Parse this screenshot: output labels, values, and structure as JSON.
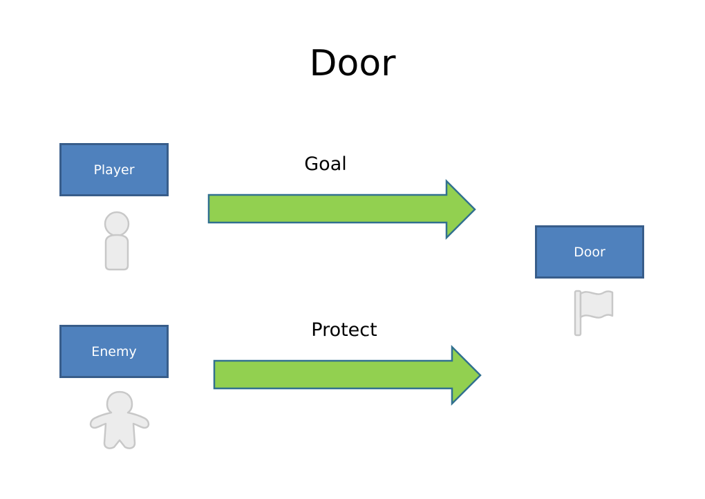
{
  "title": "Door",
  "nodes": {
    "player": {
      "label": "Player"
    },
    "enemy": {
      "label": "Enemy"
    },
    "door": {
      "label": "Door"
    }
  },
  "arrows": {
    "goal": {
      "label": "Goal"
    },
    "protect": {
      "label": "Protect"
    }
  },
  "icons": {
    "player": "pawn-icon",
    "enemy": "person-icon",
    "door": "flag-icon"
  },
  "colors": {
    "box_fill": "#4f81bd",
    "box_border": "#385d8a",
    "arrow_fill": "#92d050",
    "arrow_border": "#31708f",
    "icon_fill": "#ececec",
    "icon_stroke": "#c8c8c8"
  }
}
